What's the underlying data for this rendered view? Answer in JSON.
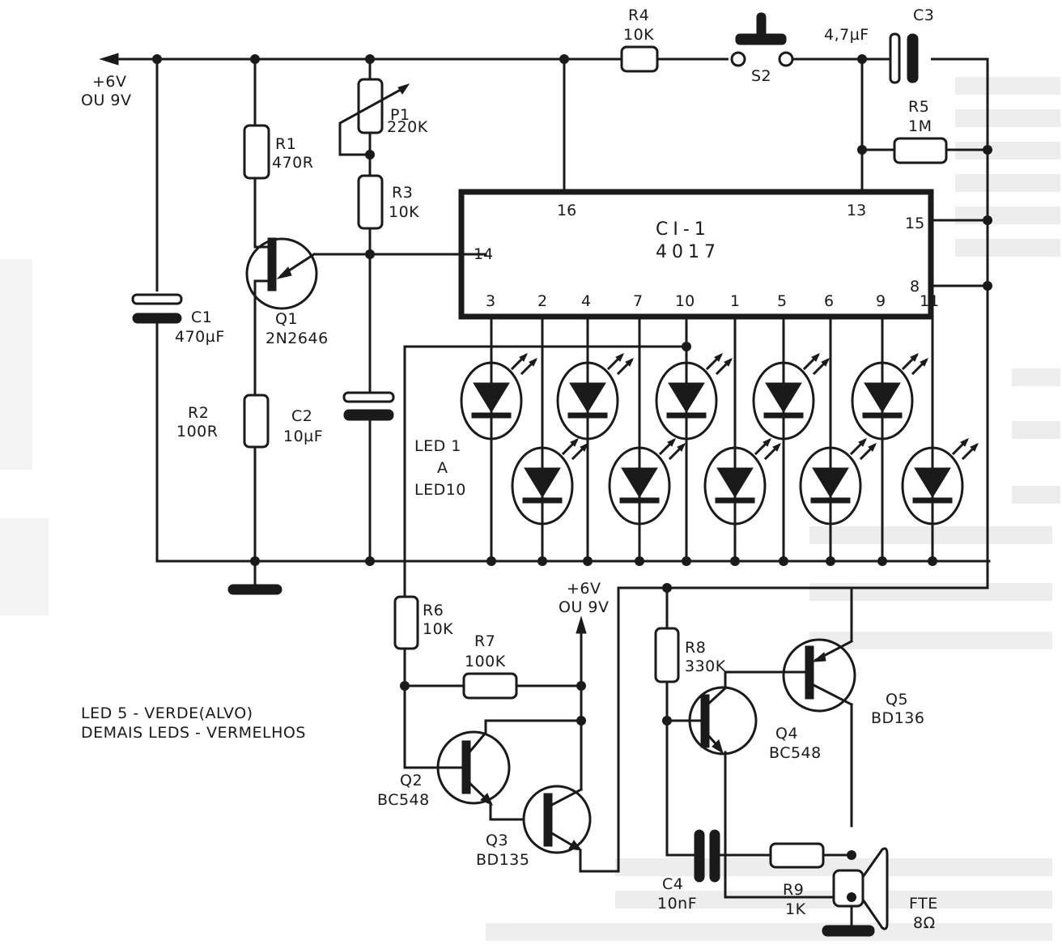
{
  "diagram": {
    "type": "electronic-schematic",
    "ic": {
      "ref": "CI-1",
      "part": "4017",
      "pins_top": [
        "16",
        "13"
      ],
      "pins_left": [
        "14"
      ],
      "pins_right": [
        "15",
        "8"
      ],
      "pins_bottom": [
        "3",
        "2",
        "4",
        "7",
        "10",
        "1",
        "5",
        "6",
        "9",
        "11"
      ]
    },
    "supply": {
      "top": [
        "+6V",
        "OU  9V"
      ],
      "bottom": [
        "+6V",
        "OU 9V"
      ]
    },
    "components": {
      "R1": {
        "ref": "R1",
        "value": "470R"
      },
      "R2": {
        "ref": "R2",
        "value": "100R"
      },
      "R3": {
        "ref": "R3",
        "value": "10K"
      },
      "R4": {
        "ref": "R4",
        "value": "10K"
      },
      "R5": {
        "ref": "R5",
        "value": "1M"
      },
      "R6": {
        "ref": "R6",
        "value": "10K"
      },
      "R7": {
        "ref": "R7",
        "value": "100K"
      },
      "R8": {
        "ref": "R8",
        "value": "330K"
      },
      "R9": {
        "ref": "R9",
        "value": "1K"
      },
      "P1": {
        "ref": "P1",
        "value": "220K"
      },
      "C1": {
        "ref": "C1",
        "value": "470µF"
      },
      "C2": {
        "ref": "C2",
        "value": "10µF"
      },
      "C3": {
        "ref": "C3",
        "value": "4,7µF"
      },
      "C4": {
        "ref": "C4",
        "value": "10nF"
      },
      "Q1": {
        "ref": "Q1",
        "value": "2N2646"
      },
      "Q2": {
        "ref": "Q2",
        "value": "BC548"
      },
      "Q3": {
        "ref": "Q3",
        "value": "BD135"
      },
      "Q4": {
        "ref": "Q4",
        "value": "BC548"
      },
      "Q5": {
        "ref": "Q5",
        "value": "BD136"
      },
      "S2": {
        "ref": "S2"
      },
      "FTE": {
        "ref": "FTE",
        "value": "8Ω"
      }
    },
    "led_group": {
      "line1": "LED 1",
      "line2": "A",
      "line3": "LED10"
    },
    "notes": {
      "line1": "LED 5 - VERDE(ALVO)",
      "line2": "DEMAIS LEDS - VERMELHOS"
    }
  }
}
